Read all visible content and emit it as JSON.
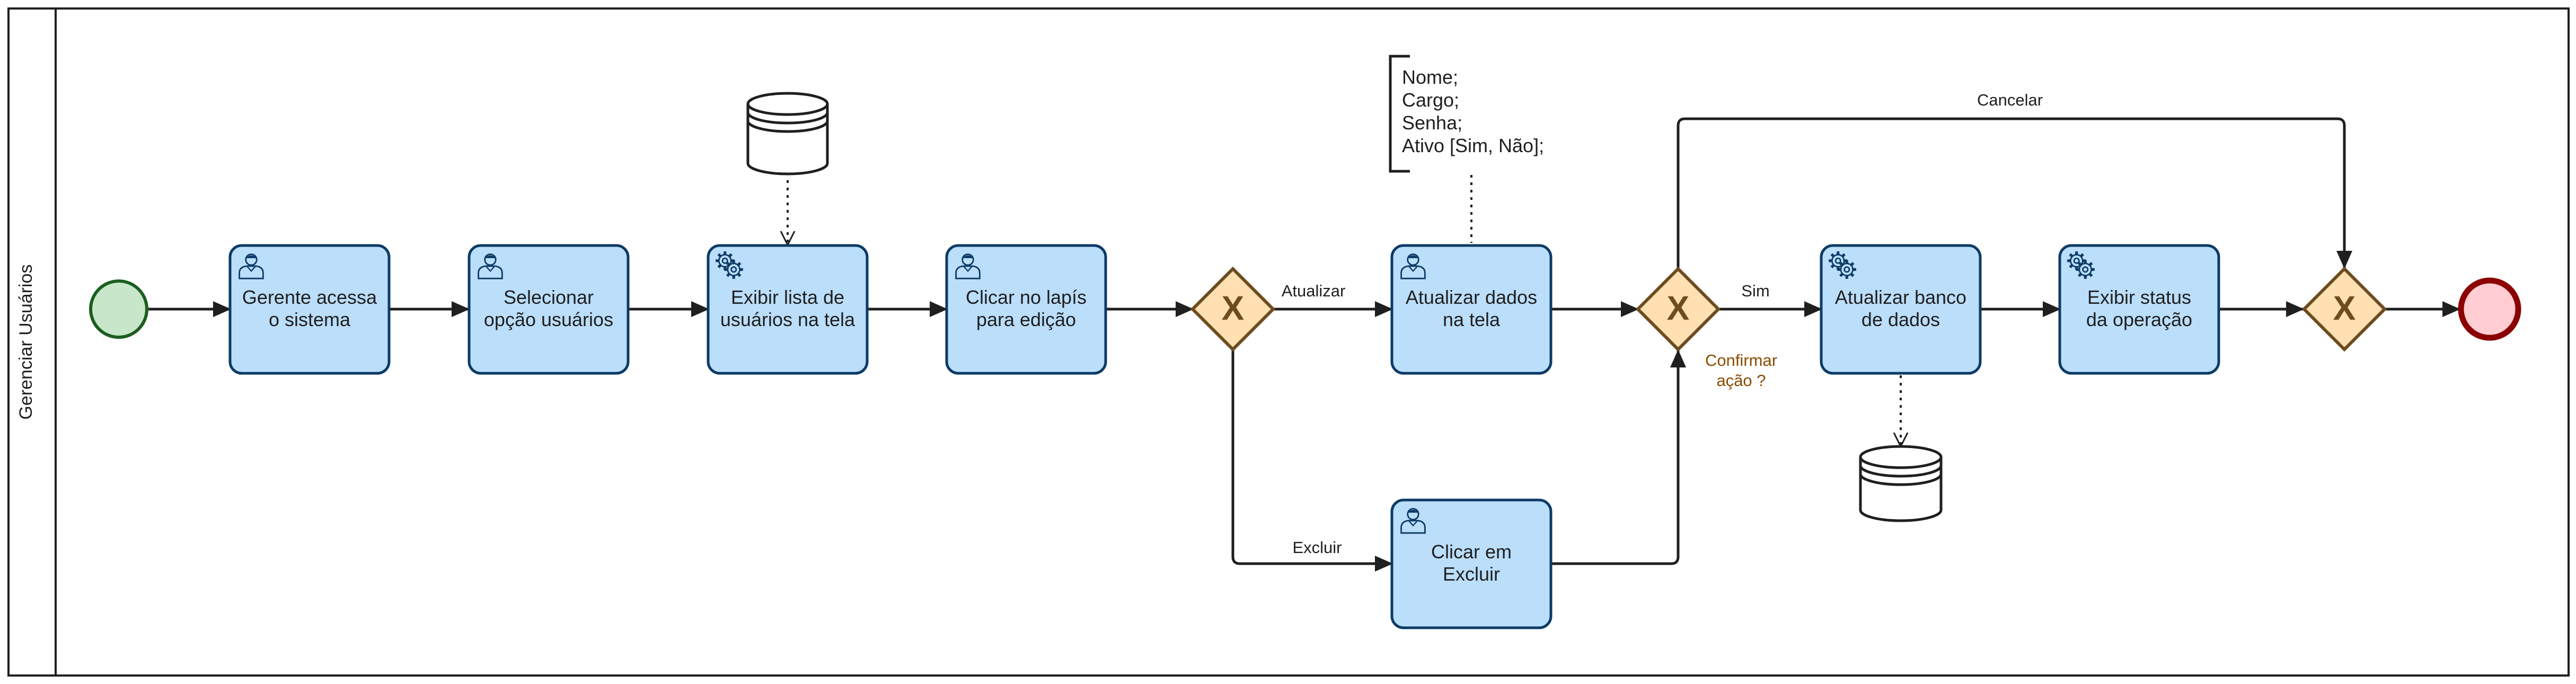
{
  "pool": {
    "lane_title": "Gerenciar Usuários"
  },
  "colors": {
    "task_fill": "#bbdefb",
    "task_stroke": "#0d3b66",
    "start_fill": "#c8e6c9",
    "start_stroke": "#1b5e20",
    "end_fill": "#ffcdd2",
    "end_stroke": "#8b0000",
    "gateway_fill": "#ffe0b2",
    "gateway_stroke": "#6d4c1f",
    "gateway_label": "#8a4a00",
    "line": "#1f1f1f"
  },
  "tasks": {
    "t1": {
      "type": "user",
      "lines": [
        "Gerente acessa",
        "o sistema"
      ]
    },
    "t2": {
      "type": "user",
      "lines": [
        "Selecionar",
        "opção usuários"
      ]
    },
    "t3": {
      "type": "service",
      "lines": [
        "Exibir lista de",
        "usuários na tela"
      ]
    },
    "t4": {
      "type": "user",
      "lines": [
        "Clicar no lapís",
        "para edição"
      ]
    },
    "t5": {
      "type": "user",
      "lines": [
        "Atualizar dados",
        "na tela"
      ]
    },
    "t6": {
      "type": "user",
      "lines": [
        "Clicar em",
        "Excluir"
      ]
    },
    "t7": {
      "type": "service",
      "lines": [
        "Atualizar banco",
        "de dados"
      ]
    },
    "t8": {
      "type": "service",
      "lines": [
        "Exibir status",
        "da operação"
      ]
    }
  },
  "gateways": {
    "g1": {
      "marker": "X"
    },
    "g2": {
      "marker": "X",
      "label_lines": [
        "Confirmar",
        "ação ?"
      ]
    },
    "g3": {
      "marker": "X"
    }
  },
  "edge_labels": {
    "atualizar": "Atualizar",
    "excluir": "Excluir",
    "sim": "Sim",
    "cancelar": "Cancelar"
  },
  "annotation": {
    "lines": [
      "Nome;",
      "Cargo;",
      "Senha;",
      "Ativo [Sim, Não];"
    ]
  },
  "data_stores": [
    {
      "id": "ds1",
      "icon": "database-icon"
    },
    {
      "id": "ds2",
      "icon": "database-icon"
    }
  ]
}
